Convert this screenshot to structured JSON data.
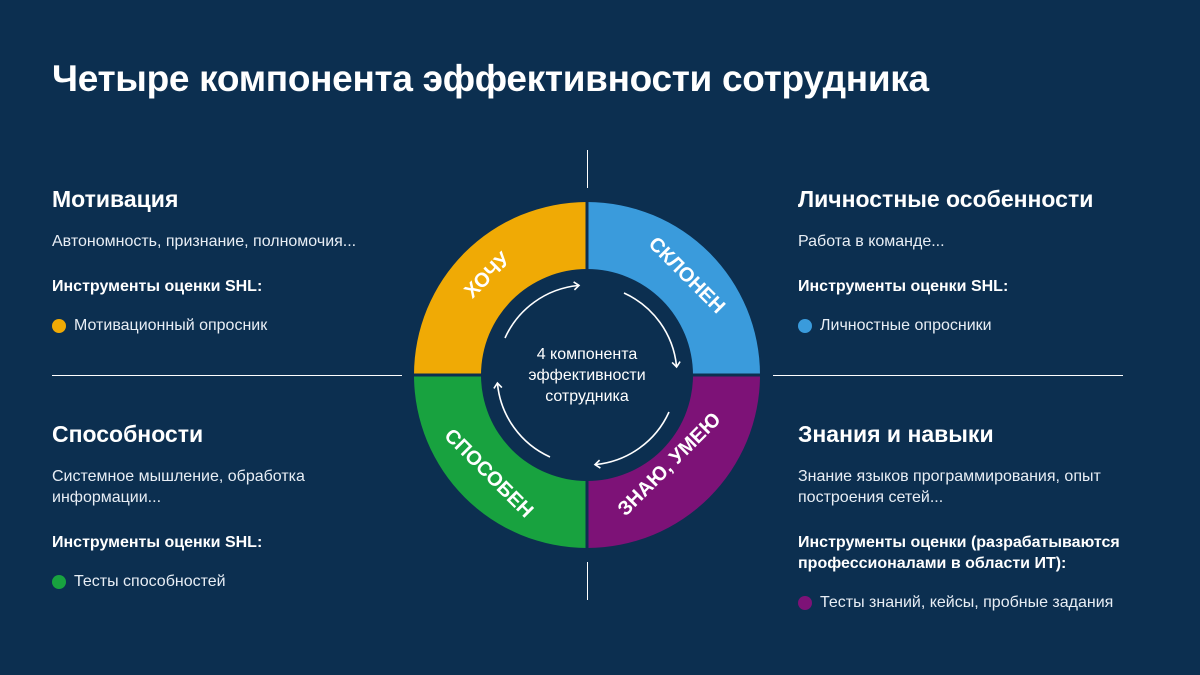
{
  "title": "Четыре компонента эффективности сотрудника",
  "center": [
    "4 компонента",
    "эффективности",
    "сотрудника"
  ],
  "segments": {
    "top_left": {
      "label": "ХОЧУ",
      "color": "#f0aa05"
    },
    "top_right": {
      "label": "СКЛОНЕН",
      "color": "#3a9bdc"
    },
    "bottom_right": {
      "label": "ЗНАЮ, УМЕЮ",
      "color": "#7d1277"
    },
    "bottom_left": {
      "label": "СПОСОБЕН",
      "color": "#18a23f"
    }
  },
  "quadrants": {
    "motivation": {
      "title": "Мотивация",
      "desc": "Автономность, признание, полномочия...",
      "tools": "Инструменты оценки SHL:",
      "item": "Мотивационный опросник",
      "color": "#f0aa05"
    },
    "personality": {
      "title": "Личностные особенности",
      "desc": "Работа в команде...",
      "tools": "Инструменты оценки SHL:",
      "item": "Личностные опросники",
      "color": "#3a9bdc"
    },
    "abilities": {
      "title": "Способности",
      "desc": "Системное мышление, обработка информации...",
      "tools": "Инструменты оценки SHL:",
      "item": "Тесты способностей",
      "color": "#18a23f"
    },
    "knowledge": {
      "title": "Знания и навыки",
      "desc": "Знание языков программирования, опыт построения сетей...",
      "tools": "Инструменты оценки (разрабатываются профессионалами в области ИТ):",
      "item": "Тесты знаний, кейсы, пробные задания",
      "color": "#7d1277"
    }
  }
}
